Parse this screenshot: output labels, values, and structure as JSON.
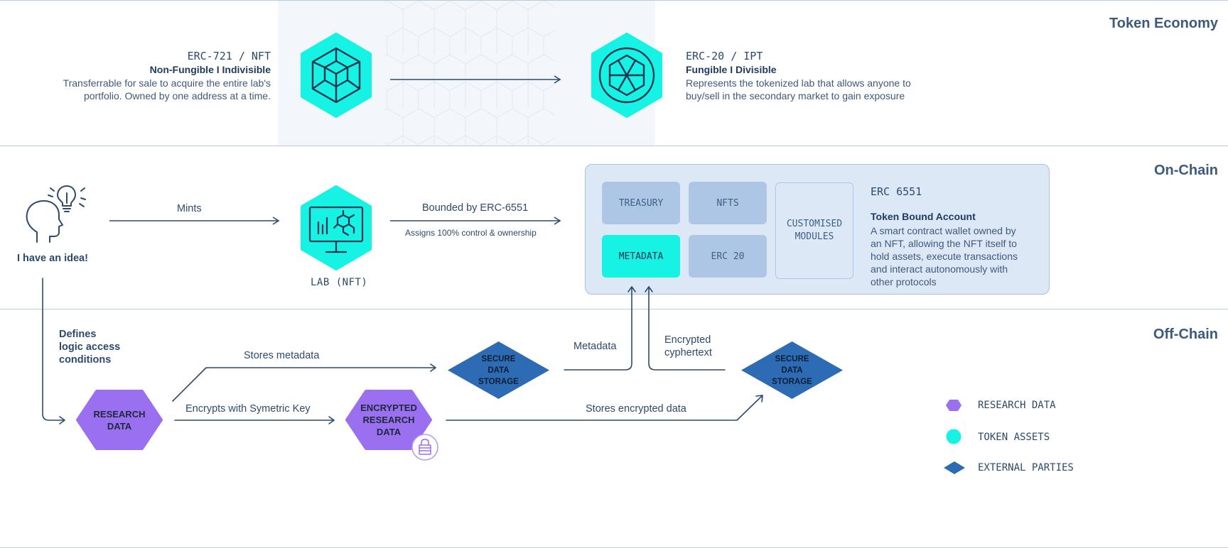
{
  "sections": {
    "token_economy": "Token Economy",
    "on_chain": "On-Chain",
    "off_chain": "Off-Chain"
  },
  "nft_token": {
    "code": "ERC-721 / NFT",
    "subtitle": "Non-Fungible I Indivisible",
    "desc_line1": "Transferrable for sale to acquire the entire lab's",
    "desc_line2": "portfolio. Owned by one address at a time."
  },
  "ipt_token": {
    "code": "ERC-20 / IPT",
    "subtitle": "Fungible I Divisible",
    "desc_line1": "Represents the tokenized lab that allows anyone to",
    "desc_line2": "buy/sell in the secondary market to gain exposure"
  },
  "idea": {
    "label": "I have an idea!"
  },
  "mints_label": "Mints",
  "lab": {
    "label": "LAB (NFT)"
  },
  "bounded": {
    "label": "Bounded by ERC-6551",
    "sub": "Assigns 100% control & ownership"
  },
  "tba": {
    "boxes": {
      "treasury": "TREASURY",
      "nfts": "NFTS",
      "metadata": "METADATA",
      "erc20": "ERC 20",
      "modules_line1": "CUSTOMISED",
      "modules_line2": "MODULES"
    },
    "title": "ERC 6551",
    "subtitle": "Token Bound Account",
    "desc": [
      "A smart contract wallet owned by",
      "an NFT, allowing the NFT itself to",
      "hold assets, execute transactions",
      "and interact autonomously with",
      "other protocols"
    ]
  },
  "offchain": {
    "defines": [
      "Defines",
      "logic access",
      "conditions"
    ],
    "research_data": [
      "RESEARCH",
      "DATA"
    ],
    "encrypted_research_data": [
      "ENCRYPTED",
      "RESEARCH",
      "DATA"
    ],
    "stores_metadata": "Stores metadata",
    "encrypts": "Encrypts with Symetric Key",
    "stores_encrypted": "Stores encrypted data",
    "metadata_label": "Metadata",
    "encrypted_cyphertext": [
      "Encrypted",
      "cyphertext"
    ],
    "storage1": [
      "SECURE",
      "DATA",
      "STORAGE"
    ],
    "storage2": [
      "SECURE",
      "DATA",
      "STORAGE"
    ]
  },
  "legend": {
    "research_data": "RESEARCH DATA",
    "token_assets": "TOKEN ASSETS",
    "external_parties": "EXTERNAL PARTIES"
  },
  "colors": {
    "token_cyan": "#16f2e4",
    "research_purple": "#9a6ff0",
    "external_blue": "#2e6bb5",
    "line": "#2d4a6b",
    "tba_bg": "#dde8f7",
    "box_blue": "#aec6e6"
  }
}
